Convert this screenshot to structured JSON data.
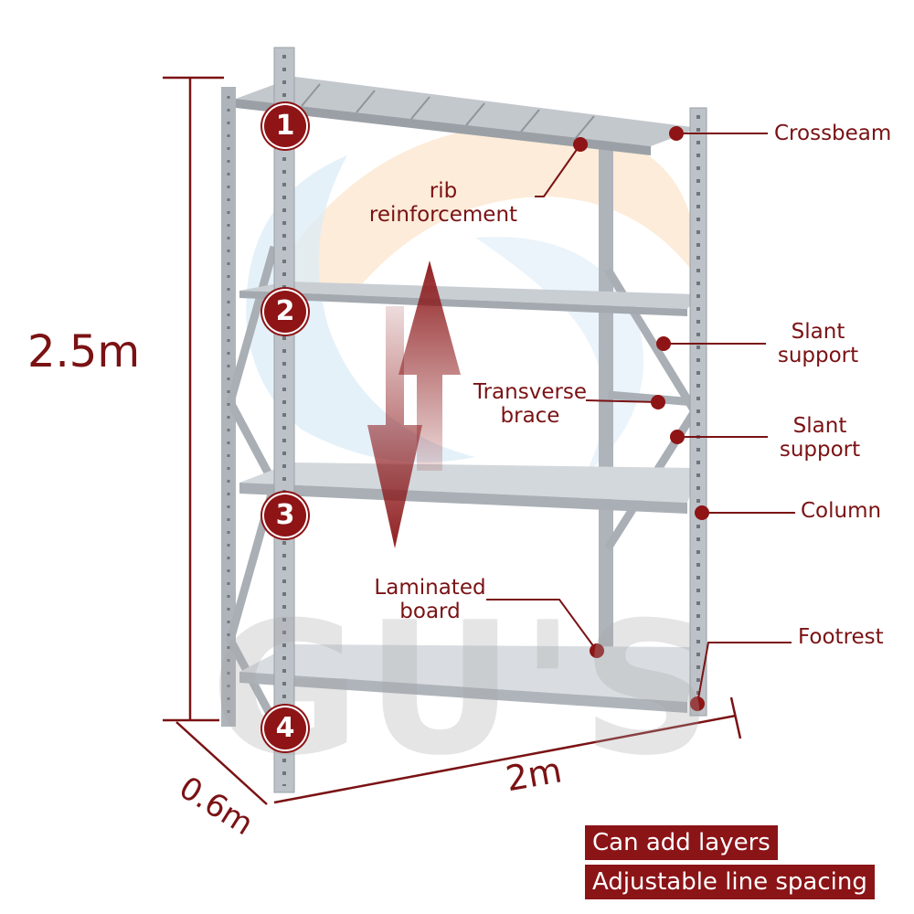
{
  "dimensions": {
    "height": "2.5m",
    "depth": "0.6m",
    "width": "2m"
  },
  "labels": {
    "crossbeam": "Crossbeam",
    "rib": [
      "rib",
      "reinforcement"
    ],
    "slant1": [
      "Slant",
      "support"
    ],
    "transverse": [
      "Transverse",
      "brace"
    ],
    "slant2": [
      "Slant",
      "support"
    ],
    "column": "Column",
    "laminated": [
      "Laminated",
      "board"
    ],
    "footrest": "Footrest"
  },
  "layers": [
    "1",
    "2",
    "3",
    "4"
  ],
  "badges": [
    "Can add layers",
    "Adjustable line spacing"
  ],
  "watermark": "GU'S",
  "colors": {
    "accent": "#8e1416",
    "text": "#7a1214",
    "steel": "#b9bec4"
  }
}
